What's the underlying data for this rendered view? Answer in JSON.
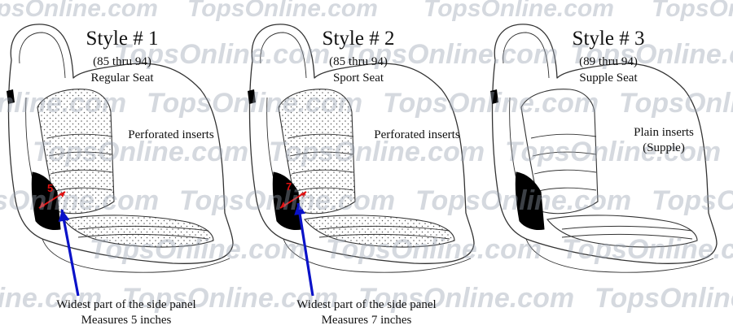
{
  "watermark": "TopsOnline.com",
  "colors": {
    "watermark": "#9aa3b1",
    "arrow_blue": "#0a12c8",
    "measure_red": "#e01010",
    "panel_black": "#000000",
    "line": "#333333"
  },
  "styles": [
    {
      "title": "Style # 1",
      "years": "(85 thru 94)",
      "seat_type": "Regular Seat",
      "inserts": [
        "Perforated inserts"
      ],
      "measure_value": "5",
      "note": [
        "Widest part of the side panel",
        "Measures 5 inches"
      ]
    },
    {
      "title": "Style # 2",
      "years": "(85 thru 94)",
      "seat_type": "Sport Seat",
      "inserts": [
        "Perforated inserts"
      ],
      "measure_value": "7",
      "note": [
        "Widest part of the side panel",
        "Measures 7 inches"
      ]
    },
    {
      "title": "Style # 3",
      "years": "(89 thru 94)",
      "seat_type": "Supple Seat",
      "inserts": [
        "Plain inserts",
        "(Supple)"
      ]
    }
  ]
}
